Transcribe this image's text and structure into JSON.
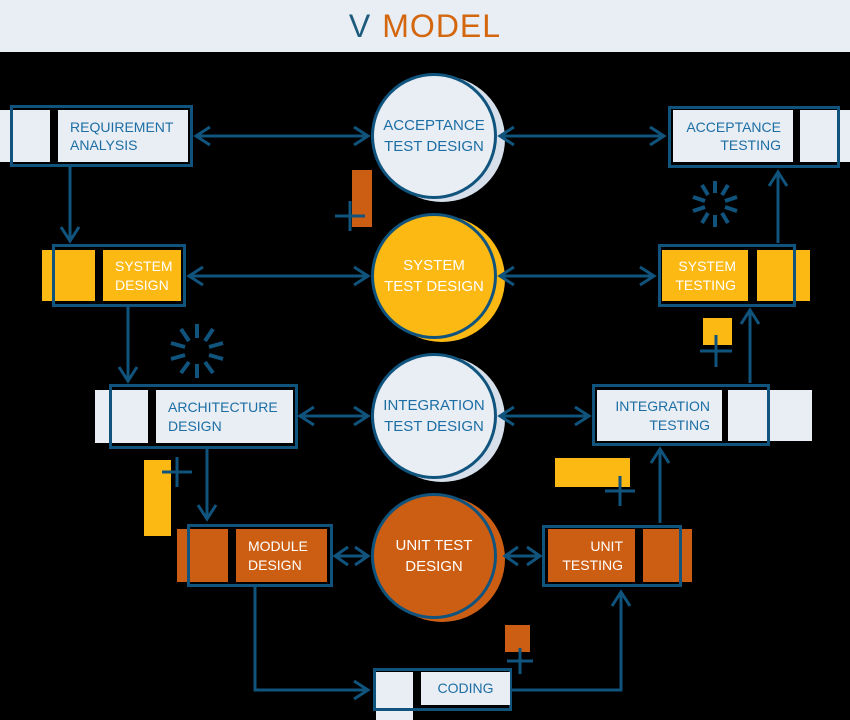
{
  "title": {
    "v": "V",
    "model": "MODEL"
  },
  "colors": {
    "background": "#000000",
    "title_band": "#e8eef4",
    "light_fill": "#e9eef4",
    "yellow": "#fcb813",
    "orange": "#cc5e13",
    "line": "#10547e",
    "blue_text": "#1c6ea4",
    "title_v": "#1d5b7d",
    "title_model": "#d4660e",
    "white_text": "#ffffff"
  },
  "verification_phases": [
    {
      "id": "requirement-analysis",
      "label": "REQUIREMENT\nANALYSIS",
      "color": "light"
    },
    {
      "id": "system-design",
      "label": "SYSTEM\nDESIGN",
      "color": "yellow"
    },
    {
      "id": "architecture-design",
      "label": "ARCHITECTURE\nDESIGN",
      "color": "light"
    },
    {
      "id": "module-design",
      "label": "MODULE\nDESIGN",
      "color": "orange"
    }
  ],
  "test_design_phases": [
    {
      "id": "acceptance-test-design",
      "label": "ACCEPTANCE\nTEST DESIGN",
      "color": "light"
    },
    {
      "id": "system-test-design",
      "label": "SYSTEM\nTEST DESIGN",
      "color": "yellow"
    },
    {
      "id": "integration-test-design",
      "label": "INTEGRATION\nTEST DESIGN",
      "color": "light"
    },
    {
      "id": "unit-test-design",
      "label": "UNIT TEST\nDESIGN",
      "color": "orange"
    }
  ],
  "validation_phases": [
    {
      "id": "acceptance-testing",
      "label": "ACCEPTANCE\nTESTING",
      "color": "light"
    },
    {
      "id": "system-testing",
      "label": "SYSTEM\nTESTING",
      "color": "yellow"
    },
    {
      "id": "integration-testing",
      "label": "INTEGRATION\nTESTING",
      "color": "light"
    },
    {
      "id": "unit-testing",
      "label": "UNIT\nTESTING",
      "color": "orange"
    }
  ],
  "coding": {
    "label": "CODING"
  }
}
